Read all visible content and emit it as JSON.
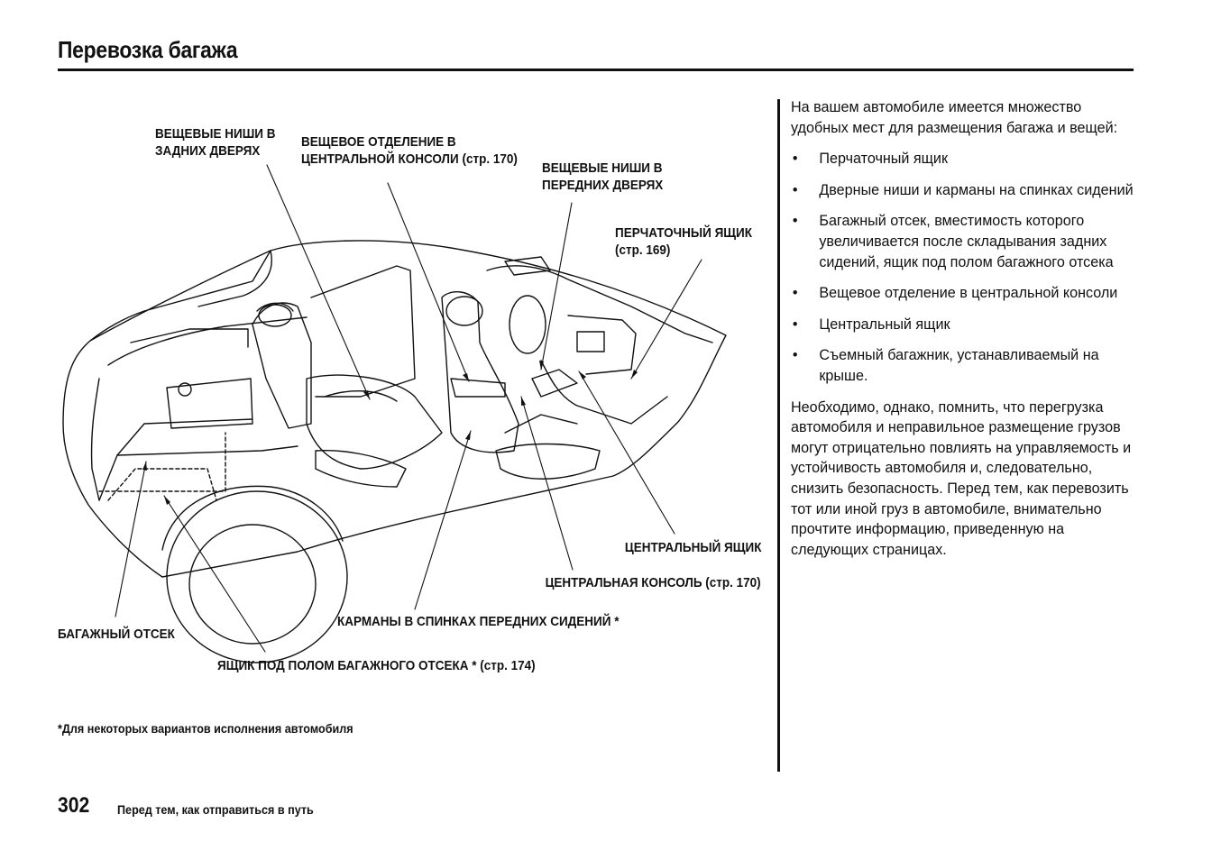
{
  "header": {
    "title": "Перевозка багажа"
  },
  "diagram": {
    "callouts": {
      "rear_door_pockets": [
        "ВЕЩЕВЫЕ НИШИ В",
        "ЗАДНИХ ДВЕРЯХ"
      ],
      "console_compartment": [
        "ВЕЩЕВОЕ ОТДЕЛЕНИЕ В",
        "ЦЕНТРАЛЬНОЙ КОНСОЛИ (стр. 170)"
      ],
      "front_door_pockets": [
        "ВЕЩЕВЫЕ НИШИ В",
        "ПЕРЕДНИХ ДВЕРЯХ"
      ],
      "glove_box": [
        "ПЕРЧАТОЧНЫЙ ЯЩИК",
        "(стр. 169)"
      ],
      "center_box": "ЦЕНТРАЛЬНЫЙ ЯЩИК",
      "center_console": "ЦЕНТРАЛЬНАЯ КОНСОЛЬ (стр. 170)",
      "seatback_pockets": "КАРМАНЫ В СПИНКАХ ПЕРЕДНИХ СИДЕНИЙ *",
      "cargo_area": "БАГАЖНЫЙ ОТСЕК",
      "underfloor_box": "ЯЩИК ПОД ПОЛОМ БАГАЖНОГО ОТСЕКА * (стр. 174)"
    },
    "footnote": "*Для некоторых вариантов исполнения автомобиля"
  },
  "body": {
    "intro": "На вашем автомобиле имеется множество удобных мест для размещения багажа и вещей:",
    "bullets": [
      "Перчаточный ящик",
      "Дверные ниши и карманы на спинках сидений",
      "Багажный отсек, вместимость которого увеличивается после складывания задних сидений, ящик под полом багажного отсека",
      "Вещевое отделение в центральной консоли",
      "Центральный ящик",
      "Съемный багажник, устанавливаемый на крыше."
    ],
    "closing": "Необходимо, однако, помнить, что перегрузка автомобиля и неправильное размещение грузов могут отрицательно повлиять на управляемость и устойчивость автомобиля и, следовательно, снизить безопасность. Перед тем, как перевозить тот или иной груз в автомобиле, внимательно прочтите информацию, приведенную на следующих страницах."
  },
  "footer": {
    "page_number": "302",
    "section": "Перед тем, как отправиться в путь"
  }
}
